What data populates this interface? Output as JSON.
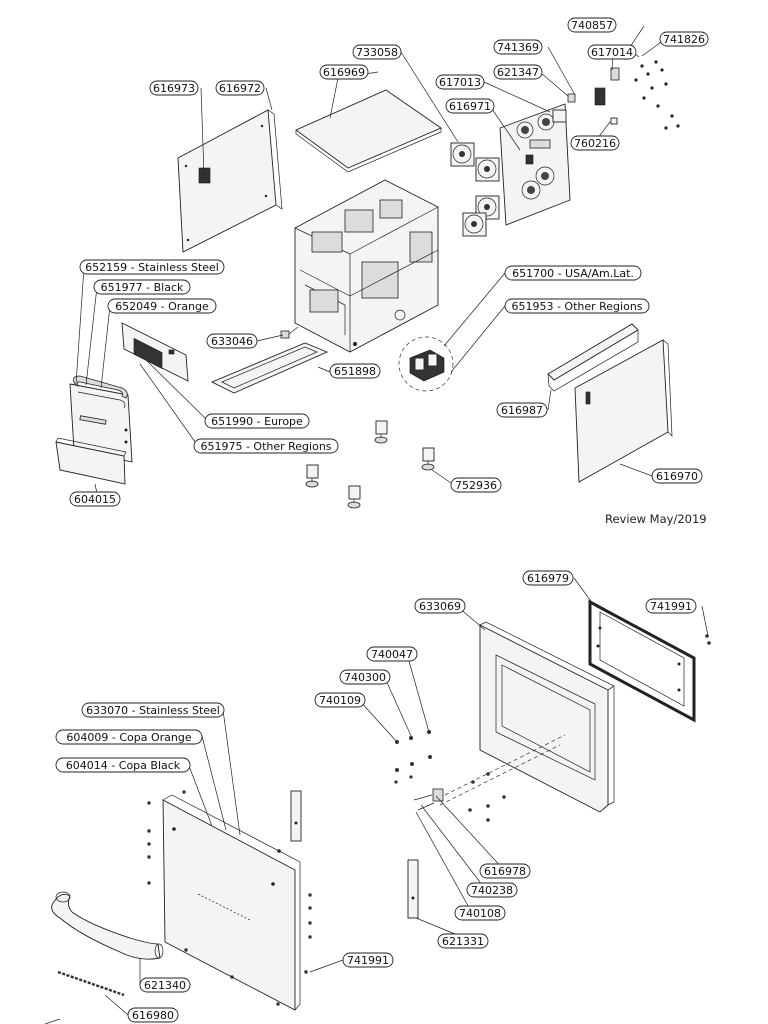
{
  "review_note": "Review May/2019",
  "top_diagram": {
    "callouts": [
      {
        "id": "c740857",
        "label": "740857"
      },
      {
        "id": "c741826",
        "label": "741826"
      },
      {
        "id": "c741369",
        "label": "741369"
      },
      {
        "id": "c617014",
        "label": "617014"
      },
      {
        "id": "c733058",
        "label": "733058"
      },
      {
        "id": "c621347",
        "label": "621347"
      },
      {
        "id": "c616969",
        "label": "616969"
      },
      {
        "id": "c617013",
        "label": "617013"
      },
      {
        "id": "c616973",
        "label": "616973"
      },
      {
        "id": "c616972",
        "label": "616972"
      },
      {
        "id": "c616971",
        "label": "616971"
      },
      {
        "id": "c760216",
        "label": "760216"
      },
      {
        "id": "c652159",
        "label": "652159 - Stainless Steel"
      },
      {
        "id": "c651977",
        "label": "651977 - Black"
      },
      {
        "id": "c652049",
        "label": "652049 - Orange"
      },
      {
        "id": "c651700",
        "label": "651700 - USA/Am.Lat."
      },
      {
        "id": "c651953",
        "label": "651953 - Other Regions"
      },
      {
        "id": "c633046",
        "label": "633046"
      },
      {
        "id": "c651898",
        "label": "651898"
      },
      {
        "id": "c616987",
        "label": "616987"
      },
      {
        "id": "c651990",
        "label": "651990 - Europe"
      },
      {
        "id": "c651975",
        "label": "651975 - Other Regions"
      },
      {
        "id": "c616970",
        "label": "616970"
      },
      {
        "id": "c752936",
        "label": "752936"
      },
      {
        "id": "c604015",
        "label": "604015"
      }
    ]
  },
  "bottom_diagram": {
    "callouts": [
      {
        "id": "c616979",
        "label": "616979"
      },
      {
        "id": "c633069",
        "label": "633069"
      },
      {
        "id": "c741991a",
        "label": "741991"
      },
      {
        "id": "c740047",
        "label": "740047"
      },
      {
        "id": "c740300",
        "label": "740300"
      },
      {
        "id": "c740109",
        "label": "740109"
      },
      {
        "id": "c633070",
        "label": "633070 - Stainless Steel"
      },
      {
        "id": "c604009",
        "label": "604009 - Copa Orange"
      },
      {
        "id": "c604014",
        "label": "604014 - Copa Black"
      },
      {
        "id": "c616978",
        "label": "616978"
      },
      {
        "id": "c740238",
        "label": "740238"
      },
      {
        "id": "c740108",
        "label": "740108"
      },
      {
        "id": "c621331",
        "label": "621331"
      },
      {
        "id": "c741991b",
        "label": "741991"
      },
      {
        "id": "c621340",
        "label": "621340"
      },
      {
        "id": "c616980",
        "label": "616980"
      }
    ]
  }
}
